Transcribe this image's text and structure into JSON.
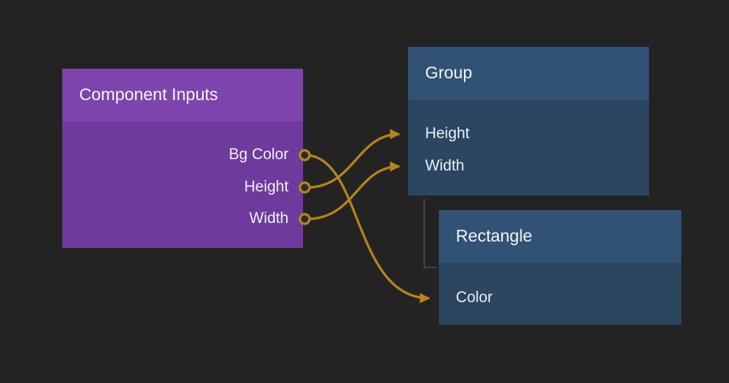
{
  "canvas": {
    "background": "#232323"
  },
  "colors": {
    "wire": "#b5841c",
    "port_fill": "#2d2d2d",
    "child_link": "#4d4d4d",
    "component_inputs_header": "#7d44ad",
    "component_inputs_body": "#6e3a9d",
    "blue_header": "#315274",
    "blue_body": "#2c4560"
  },
  "nodes": {
    "component_inputs": {
      "title": "Component Inputs",
      "outputs": [
        "Bg Color",
        "Height",
        "Width"
      ]
    },
    "group": {
      "title": "Group",
      "inputs": [
        "Height",
        "Width"
      ]
    },
    "rectangle": {
      "title": "Rectangle",
      "inputs": [
        "Color"
      ]
    }
  },
  "connections": [
    {
      "from": "Component Inputs.Bg Color",
      "to": "Rectangle.Color"
    },
    {
      "from": "Component Inputs.Height",
      "to": "Group.Height"
    },
    {
      "from": "Component Inputs.Width",
      "to": "Group.Width"
    }
  ]
}
